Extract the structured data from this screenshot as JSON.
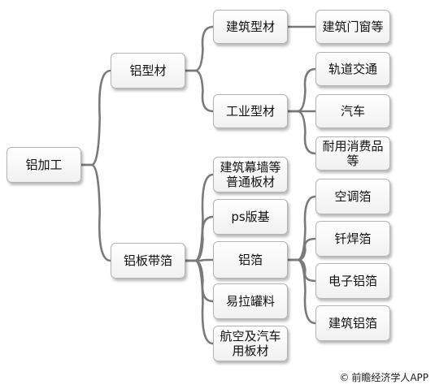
{
  "diagram": {
    "nodes": [
      {
        "id": "root",
        "label": "铝加工"
      },
      {
        "id": "extrusion",
        "label": "铝型材"
      },
      {
        "id": "sheet",
        "label": "铝板带箔"
      },
      {
        "id": "building_profile",
        "label": "建筑型材"
      },
      {
        "id": "industrial_profile",
        "label": "工业型材"
      },
      {
        "id": "doors_windows",
        "label": "建筑门窗等"
      },
      {
        "id": "rail",
        "label": "轨道交通"
      },
      {
        "id": "auto",
        "label": "汽车"
      },
      {
        "id": "durables",
        "label": "耐用消费品\n等"
      },
      {
        "id": "curtain",
        "label": "建筑幕墙等\n普通板材"
      },
      {
        "id": "ps",
        "label": "ps版基"
      },
      {
        "id": "foil",
        "label": "铝箔"
      },
      {
        "id": "can",
        "label": "易拉罐料"
      },
      {
        "id": "aero",
        "label": "航空及汽车\n用板材"
      },
      {
        "id": "ac_foil",
        "label": "空调箔"
      },
      {
        "id": "braze_foil",
        "label": "钎焊箔"
      },
      {
        "id": "elec_foil",
        "label": "电子铝箔"
      },
      {
        "id": "build_foil",
        "label": "建筑铝箔"
      }
    ],
    "edges": [
      [
        "root",
        "extrusion"
      ],
      [
        "root",
        "sheet"
      ],
      [
        "extrusion",
        "building_profile"
      ],
      [
        "extrusion",
        "industrial_profile"
      ],
      [
        "building_profile",
        "doors_windows"
      ],
      [
        "industrial_profile",
        "rail"
      ],
      [
        "industrial_profile",
        "auto"
      ],
      [
        "industrial_profile",
        "durables"
      ],
      [
        "sheet",
        "curtain"
      ],
      [
        "sheet",
        "ps"
      ],
      [
        "sheet",
        "foil"
      ],
      [
        "sheet",
        "can"
      ],
      [
        "sheet",
        "aero"
      ],
      [
        "foil",
        "ac_foil"
      ],
      [
        "foil",
        "braze_foil"
      ],
      [
        "foil",
        "elec_foil"
      ],
      [
        "foil",
        "build_foil"
      ]
    ],
    "edge_color": "#7a7a7a"
  },
  "footer": {
    "source": "前瞻经济学人APP",
    "icon": "copyright-icon"
  }
}
